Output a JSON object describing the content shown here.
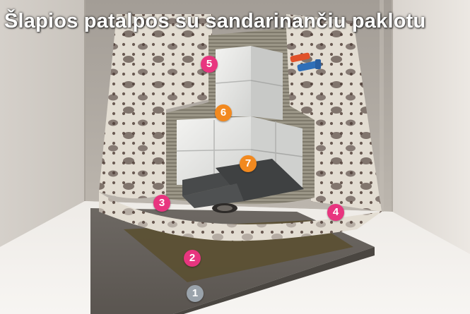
{
  "title": "Šlapios patalpos su sandarinančiu paklotu",
  "colors": {
    "pink": "#e8357f",
    "orange": "#f2891f",
    "grey": "#9aa3ab"
  },
  "callouts": [
    {
      "label": "1",
      "color": "grey"
    },
    {
      "label": "2",
      "color": "pink"
    },
    {
      "label": "3",
      "color": "pink"
    },
    {
      "label": "4",
      "color": "pink"
    },
    {
      "label": "5",
      "color": "pink"
    },
    {
      "label": "6",
      "color": "orange"
    },
    {
      "label": "7",
      "color": "orange"
    }
  ]
}
